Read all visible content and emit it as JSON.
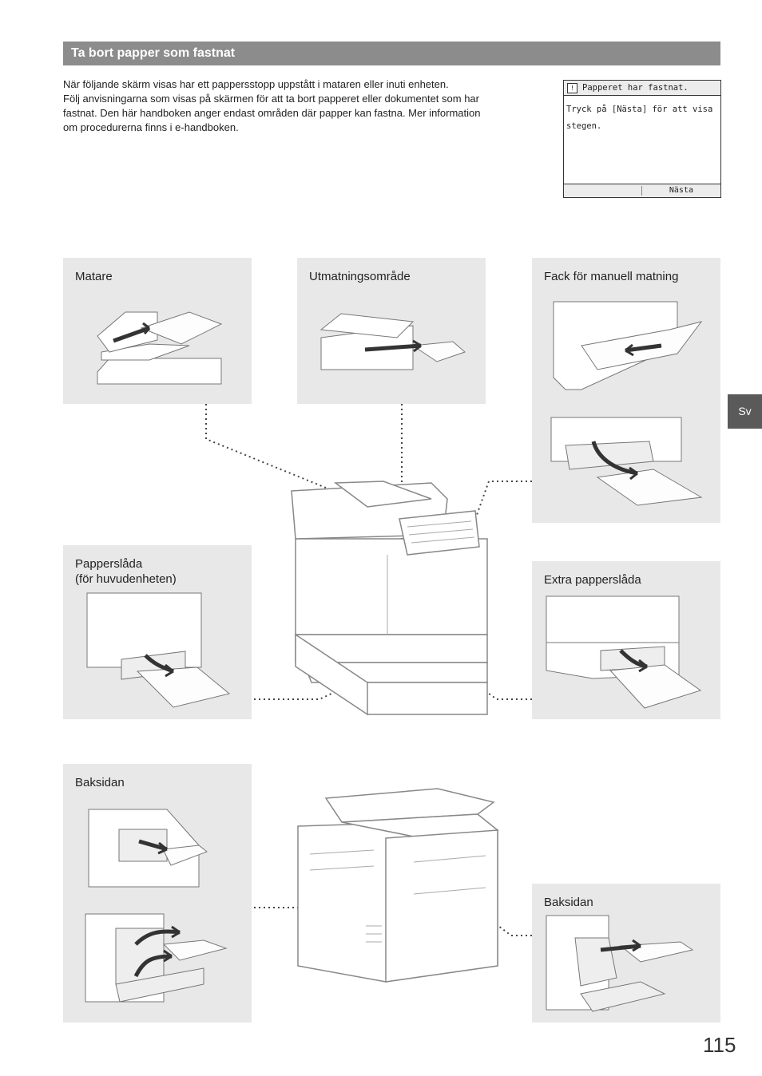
{
  "header": {
    "title": "Ta bort papper som fastnat"
  },
  "intro": {
    "lines": [
      "När följande skärm visas har ett pappersstopp uppstått i mataren eller inuti enheten.",
      "Följ anvisningarna som visas på skärmen för att ta bort papperet eller dokumentet som har",
      "fastnat. Den här handboken anger endast områden där papper kan fastna. Mer information",
      "om procedurerna finns i e-handboken."
    ]
  },
  "lcd": {
    "title": "Papperet har fastnat.",
    "line1": "Tryck på [Nästa] för att visa",
    "line2": "stegen.",
    "next_button": "Nästa"
  },
  "panels": {
    "matare": "Matare",
    "utmatning": "Utmatningsområde",
    "fack": "Fack för manuell matning",
    "papperslada_1": "Papperslåda",
    "papperslada_2": "(för huvudenheten)",
    "extra": "Extra papperslåda",
    "baksidan_left": "Baksidan",
    "baksidan_right": "Baksidan"
  },
  "language_tab": "Sv",
  "page_number": "115"
}
